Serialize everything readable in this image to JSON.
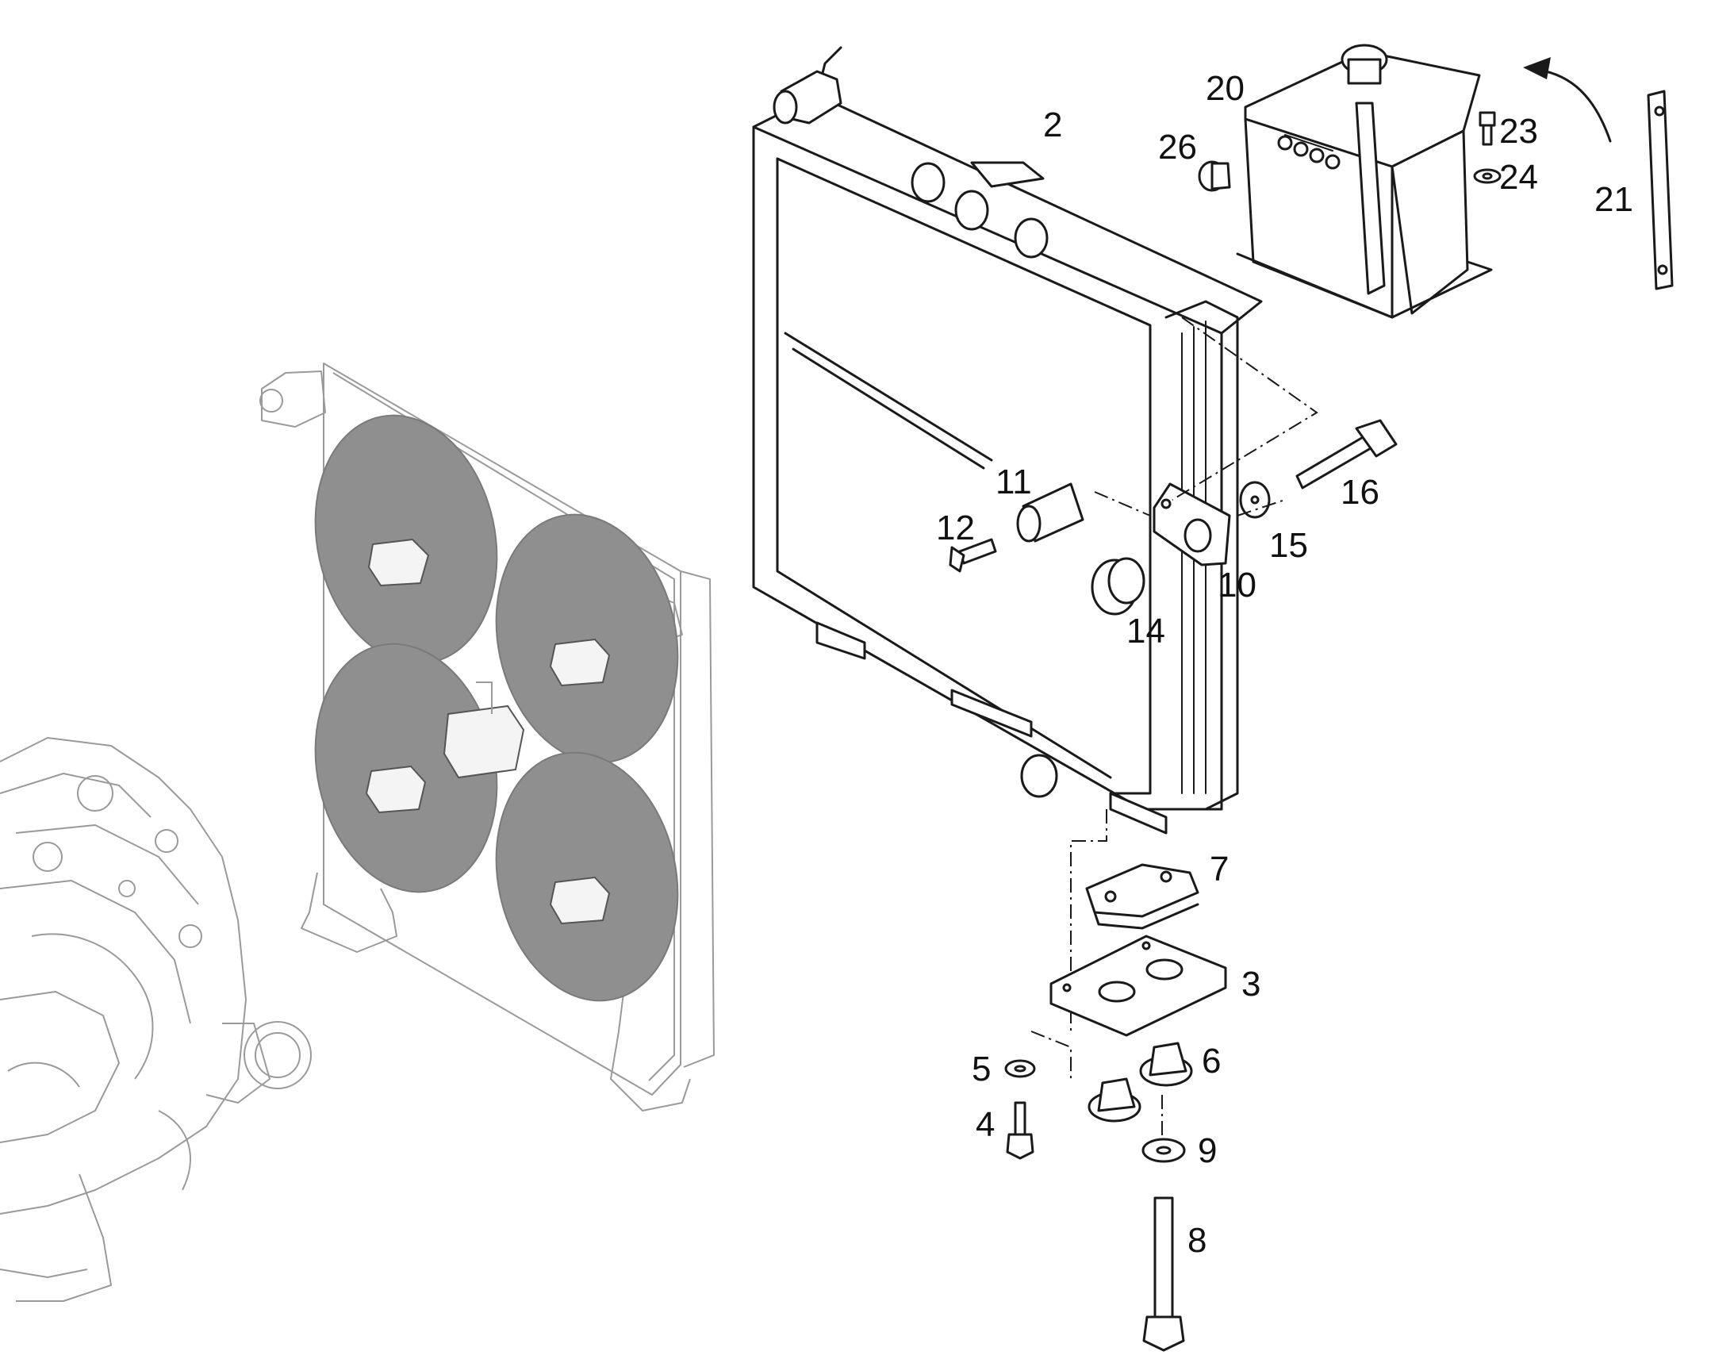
{
  "diagram": {
    "callouts": [
      {
        "id": "2",
        "label": "2"
      },
      {
        "id": "20",
        "label": "20"
      },
      {
        "id": "26",
        "label": "26"
      },
      {
        "id": "23",
        "label": "23"
      },
      {
        "id": "24",
        "label": "24"
      },
      {
        "id": "21",
        "label": "21"
      },
      {
        "id": "11",
        "label": "11"
      },
      {
        "id": "12",
        "label": "12"
      },
      {
        "id": "16",
        "label": "16"
      },
      {
        "id": "15",
        "label": "15"
      },
      {
        "id": "10",
        "label": "10"
      },
      {
        "id": "14",
        "label": "14"
      },
      {
        "id": "7",
        "label": "7"
      },
      {
        "id": "3",
        "label": "3"
      },
      {
        "id": "5",
        "label": "5"
      },
      {
        "id": "6",
        "label": "6"
      },
      {
        "id": "4",
        "label": "4"
      },
      {
        "id": "9",
        "label": "9"
      },
      {
        "id": "8",
        "label": "8"
      }
    ]
  }
}
